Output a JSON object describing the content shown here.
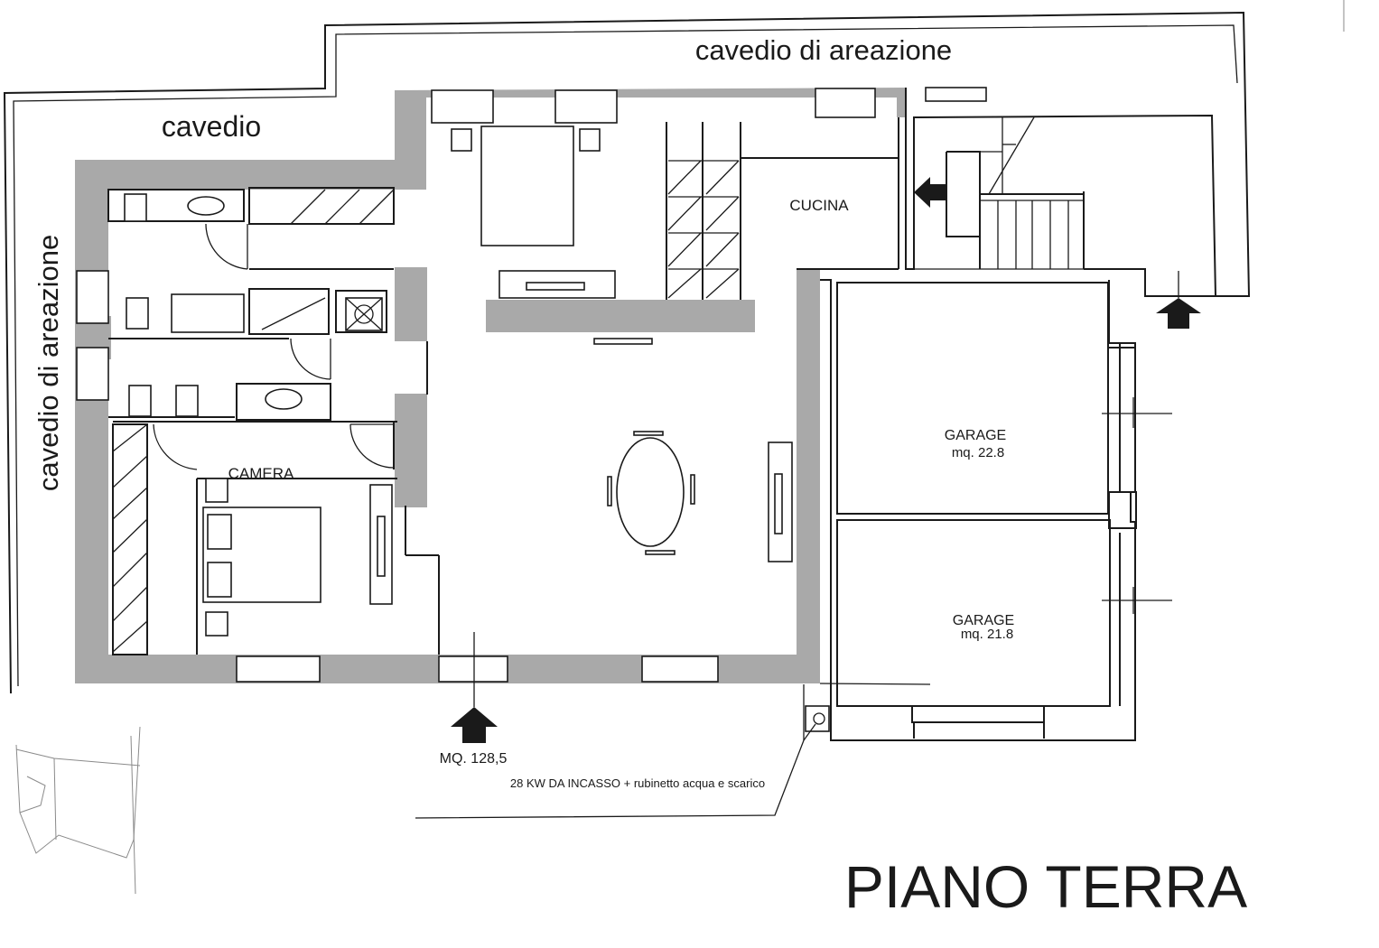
{
  "plan": {
    "labels": {
      "cavedio_areazione_top": "cavedio di areazione",
      "cavedio": "cavedio",
      "cavedio_areazione_left": "cavedio di areazione",
      "cucina": "CUCINA",
      "camera": "CAMERA",
      "garage1_name": "GARAGE",
      "garage1_area": "mq. 22.8",
      "garage2_name": "GARAGE",
      "garage2_area": "mq. 21.8",
      "total_area": "MQ. 128,5",
      "boiler_note": "28 KW DA INCASSO + rubinetto acqua e scarico",
      "floor_title": "PIANO TERRA"
    },
    "colors": {
      "wall_fill": "#a9a9a9",
      "line": "#1a1a1a",
      "background": "#ffffff"
    }
  }
}
